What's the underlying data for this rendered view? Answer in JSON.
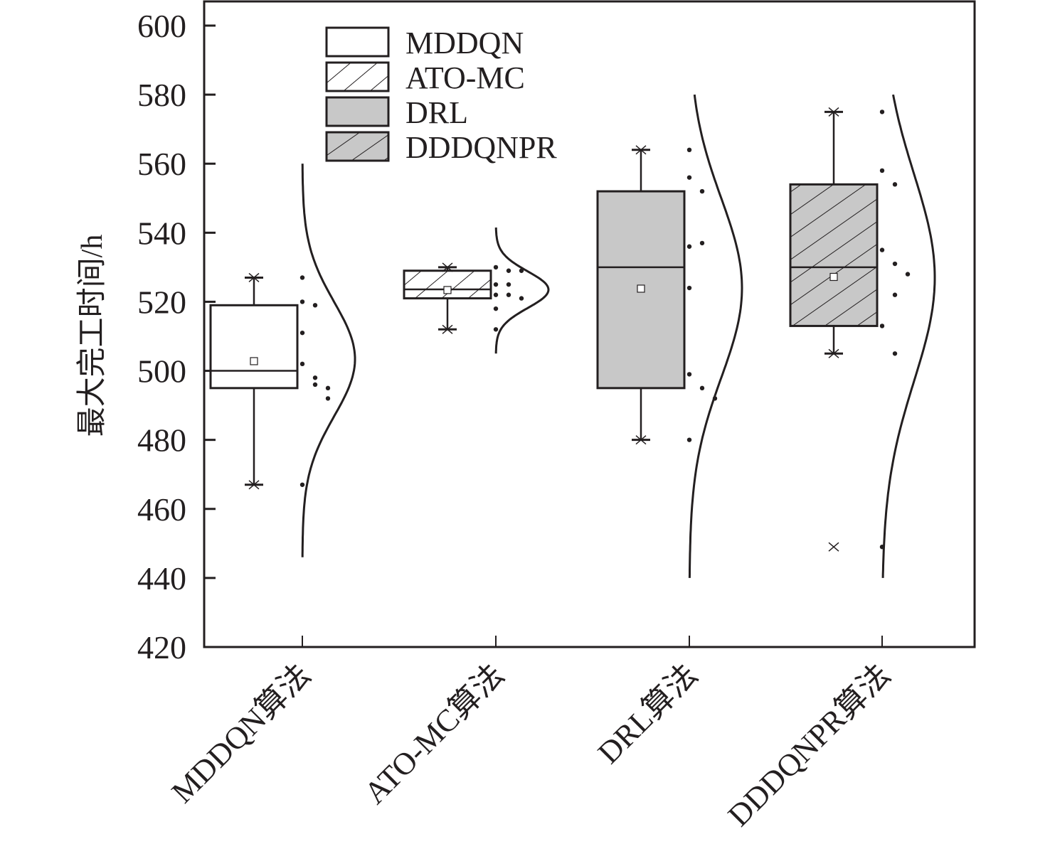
{
  "chart_data": {
    "type": "box",
    "title": "",
    "ylabel": "最大完工时间/h",
    "xlabel": "",
    "ylim": [
      420,
      600
    ],
    "yticks": [
      420,
      440,
      460,
      480,
      500,
      520,
      540,
      560,
      580,
      600
    ],
    "categories": [
      "MDDQN算法",
      "ATO-MC算法",
      "DRL算法",
      "DDDQNPR算法"
    ],
    "legend": {
      "placement": "top-left",
      "entries": [
        "MDDQN",
        "ATO-MC",
        "DRL",
        "DDDQNPR"
      ]
    },
    "colors": {
      "line": "#231f20",
      "gray_fill": "#c8c8c8",
      "white_fill": "#ffffff"
    },
    "series": [
      {
        "name": "MDDQN",
        "fill": "white",
        "hatch": false,
        "whisker_low": 467,
        "q1": 495,
        "median": 500,
        "q3": 519,
        "whisker_high": 527,
        "mean": 502.8,
        "outliers": [],
        "points": [
          527,
          520,
          519,
          511,
          502,
          498,
          496,
          495,
          492,
          467
        ],
        "normal_curve": {
          "mean": 503.4,
          "sd": 16.5,
          "range": [
            446,
            560
          ]
        }
      },
      {
        "name": "ATO-MC",
        "fill": "white",
        "hatch": true,
        "whisker_low": 512,
        "q1": 521,
        "median": 523.6,
        "q3": 529,
        "whisker_high": 530,
        "mean": 523.4,
        "outliers": [],
        "points": [
          530,
          529,
          529,
          525,
          525,
          522,
          522,
          521,
          518,
          512
        ],
        "normal_curve": {
          "mean": 523.5,
          "sd": 5.3,
          "range": [
            505,
            541.5
          ]
        }
      },
      {
        "name": "DRL",
        "fill": "gray",
        "hatch": false,
        "whisker_low": 480,
        "q1": 495,
        "median": 530,
        "q3": 552,
        "whisker_high": 564,
        "mean": 523.8,
        "outliers": [],
        "points": [
          564,
          556,
          552,
          536,
          537,
          524,
          499,
          495,
          492,
          480
        ],
        "normal_curve": {
          "mean": 524,
          "sd": 26,
          "range": [
            440,
            580
          ]
        }
      },
      {
        "name": "DDDQNPR",
        "fill": "gray",
        "hatch": true,
        "whisker_low": 505,
        "q1": 513,
        "median": 530,
        "q3": 554,
        "whisker_high": 575,
        "mean": 527.2,
        "outliers": [
          449
        ],
        "points": [
          575,
          558,
          554,
          535,
          531,
          528,
          522,
          513,
          505,
          449
        ],
        "normal_curve": {
          "mean": 527,
          "sd": 30,
          "range": [
            440,
            580
          ]
        }
      }
    ]
  }
}
